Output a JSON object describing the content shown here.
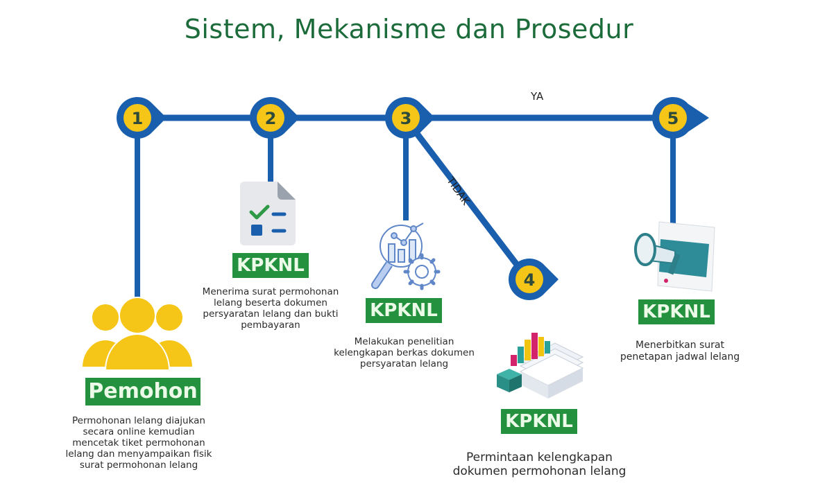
{
  "title": "Sistem, Mekanisme dan Prosedur",
  "colors": {
    "title": "#1c6b3a",
    "line": "#1a5eae",
    "node_fill": "#f5c518",
    "node_text": "#2d4a3a",
    "label_bg": "#23913d",
    "label_text": "#ecfbe8"
  },
  "branches": {
    "yes": "YA",
    "no": "TIDAK"
  },
  "steps": [
    {
      "number": "1",
      "actor": "Pemohon",
      "icon": "people-group-icon",
      "description": "Permohonan lelang diajukan\nsecara online kemudian\nmencetak tiket permohonan\nlelang dan menyampaikan fisik\nsurat permohonan lelang"
    },
    {
      "number": "2",
      "actor": "KPKNL",
      "icon": "checklist-document-icon",
      "description": "Menerima surat permohonan\nlelang beserta dokumen\npersyaratan lelang dan bukti\npembayaran"
    },
    {
      "number": "3",
      "actor": "KPKNL",
      "icon": "analysis-magnifier-gear-icon",
      "description": "Melakukan penelitian\nkelengkapan berkas dokumen\npersyaratan lelang"
    },
    {
      "number": "4",
      "actor": "KPKNL",
      "icon": "report-chart-documents-icon",
      "description": "Permintaan kelengkapan\ndokumen permohonan lelang"
    },
    {
      "number": "5",
      "actor": "KPKNL",
      "icon": "megaphone-announcement-icon",
      "description": "Menerbitkan surat\npenetapan jadwal lelang"
    }
  ]
}
